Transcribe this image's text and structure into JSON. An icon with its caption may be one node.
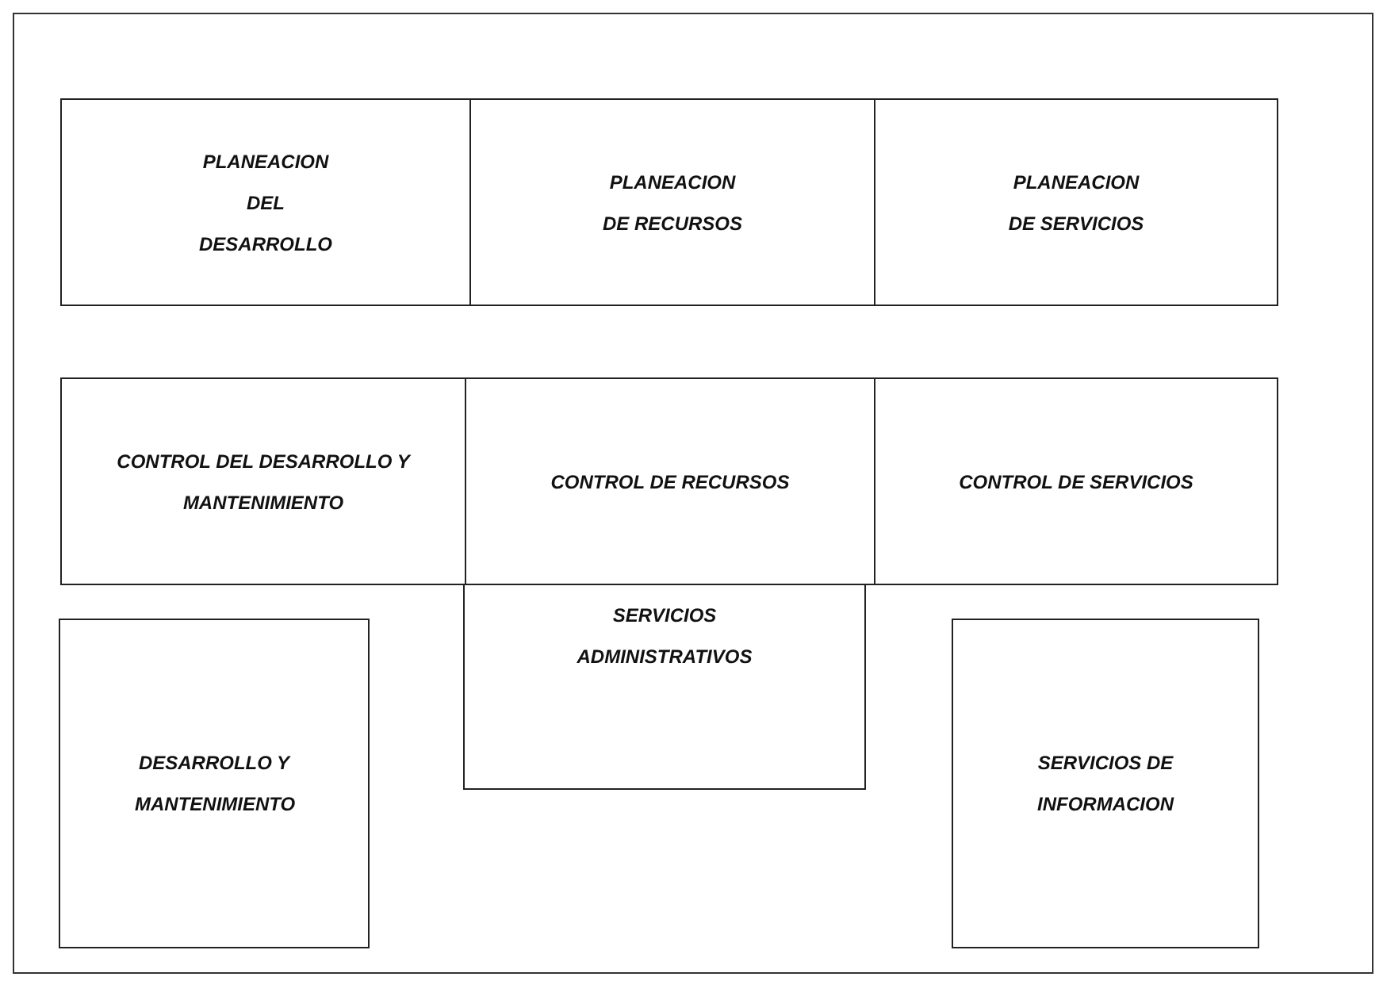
{
  "diagram": {
    "nodes": [
      {
        "text": [
          "PLANEACION DEL DESARROLLO"
        ]
      },
      {
        "text": [
          "PLANEACION DE RECURSOS"
        ]
      },
      {
        "text": [
          "PLANEACION DE SERVICIOS"
        ]
      },
      {
        "text": [
          "CONTROL DEL DESARROLLO Y MANTENIMIENTO"
        ]
      },
      {
        "text": [
          "CONTROL DE RECURSOS"
        ]
      },
      {
        "text": [
          "CONTROL DE SERVICIOS"
        ]
      },
      {
        "text": [
          "DESARROLLO Y MANTENIMIENTO"
        ]
      },
      {
        "text": [
          "SERVICIOS ADMINISTRATIVOS"
        ]
      },
      {
        "text": [
          "SERVICIOS DE INFORMACION"
        ]
      }
    ]
  }
}
